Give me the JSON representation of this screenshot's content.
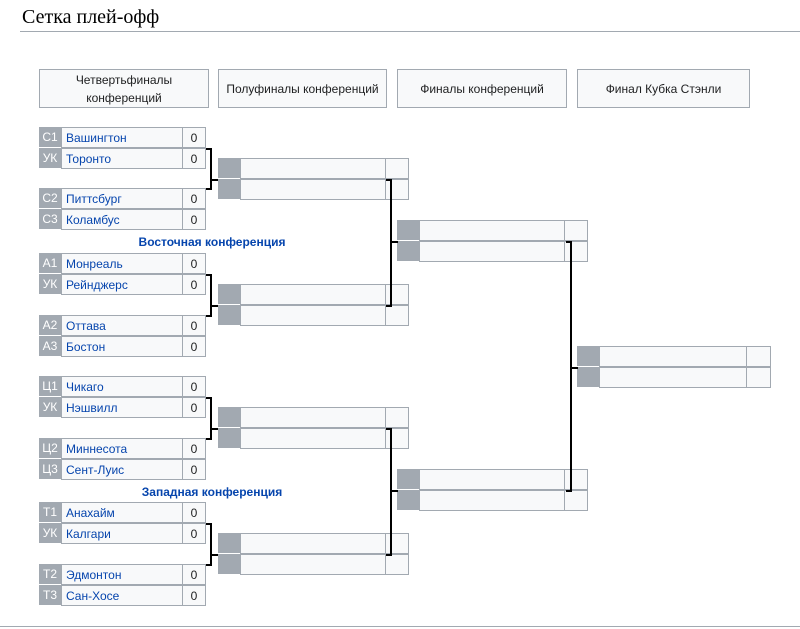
{
  "page": {
    "title": "Сетка плей-офф"
  },
  "rounds": [
    {
      "label": "Четвертьфиналы конференций"
    },
    {
      "label": "Полуфиналы конференций"
    },
    {
      "label": "Финалы конференций"
    },
    {
      "label": "Финал Кубка Стэнли"
    }
  ],
  "conferences": {
    "east": "Восточная конференция",
    "west": "Западная конференция"
  },
  "quarterfinals": [
    {
      "seed": "С1",
      "team": "Вашингтон",
      "score": "0"
    },
    {
      "seed": "УК",
      "team": "Торонто",
      "score": "0"
    },
    {
      "seed": "С2",
      "team": "Питтсбург",
      "score": "0"
    },
    {
      "seed": "С3",
      "team": "Коламбус",
      "score": "0"
    },
    {
      "seed": "А1",
      "team": "Монреаль",
      "score": "0"
    },
    {
      "seed": "УК",
      "team": "Рейнджерс",
      "score": "0"
    },
    {
      "seed": "А2",
      "team": "Оттава",
      "score": "0"
    },
    {
      "seed": "А3",
      "team": "Бостон",
      "score": "0"
    },
    {
      "seed": "Ц1",
      "team": "Чикаго",
      "score": "0"
    },
    {
      "seed": "УК",
      "team": "Нэшвилл",
      "score": "0"
    },
    {
      "seed": "Ц2",
      "team": "Миннесота",
      "score": "0"
    },
    {
      "seed": "Ц3",
      "team": "Сент-Луис",
      "score": "0"
    },
    {
      "seed": "Т1",
      "team": "Анахайм",
      "score": "0"
    },
    {
      "seed": "УК",
      "team": "Калгари",
      "score": "0"
    },
    {
      "seed": "Т2",
      "team": "Эдмонтон",
      "score": "0"
    },
    {
      "seed": "Т3",
      "team": "Сан-Хосе",
      "score": "0"
    }
  ]
}
